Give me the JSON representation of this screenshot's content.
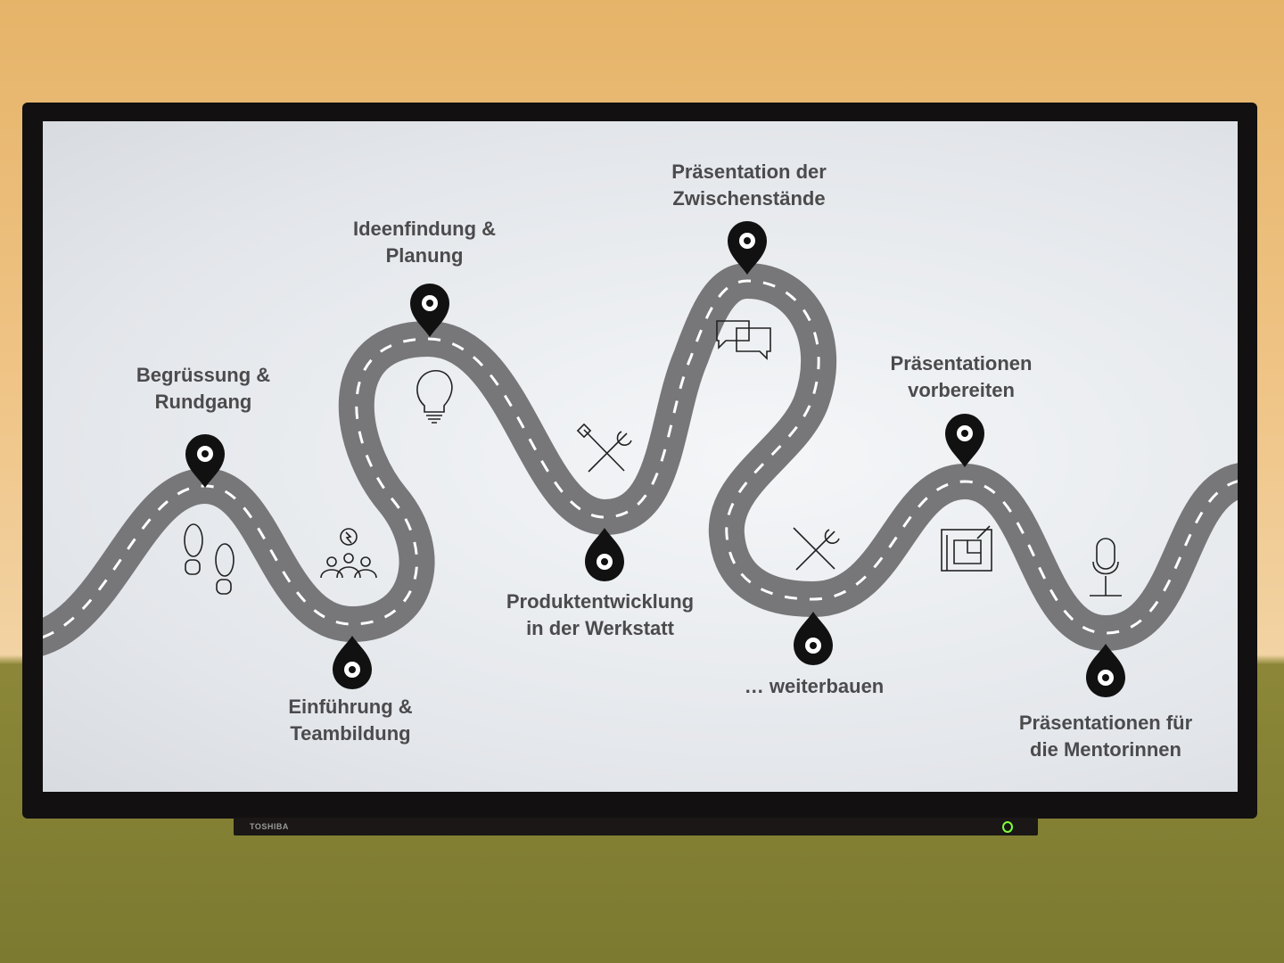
{
  "tv": {
    "brand": "TOSHIBA"
  },
  "colors": {
    "road": "#77777a",
    "pin": "#111111",
    "text": "#4b4b4d"
  },
  "stations": [
    {
      "title": "Begrüssung & Rundgang",
      "line1": "Begrüssung &",
      "line2": "Rundgang",
      "icon": "footprints-icon"
    },
    {
      "title": "Einführung & Teambildung",
      "line1": "Einführung &",
      "line2": "Teambildung",
      "icon": "team-idea-icon"
    },
    {
      "title": "Ideenfindung & Planung",
      "line1": "Ideenfindung &",
      "line2": "Planung",
      "icon": "lightbulb-icon"
    },
    {
      "title": "Produktentwicklung in der Werkstatt",
      "line1": "Produktentwicklung",
      "line2": "in der Werkstatt",
      "icon": "tools-icon"
    },
    {
      "title": "Präsentation der Zwischenstände",
      "line1": "Präsentation der",
      "line2": "Zwischenstände",
      "icon": "chat-bubbles-icon"
    },
    {
      "title": "... weiterbauen",
      "line1": "… weiterbauen",
      "line2": "",
      "icon": "tools-icon"
    },
    {
      "title": "Präsentationen vorbereiten",
      "line1": "Präsentationen",
      "line2": "vorbereiten",
      "icon": "blueprint-icon"
    },
    {
      "title": "Präsentationen für die Mentorinnen",
      "line1": "Präsentationen für",
      "line2": "die Mentorinnen",
      "icon": "microphone-icon"
    }
  ]
}
